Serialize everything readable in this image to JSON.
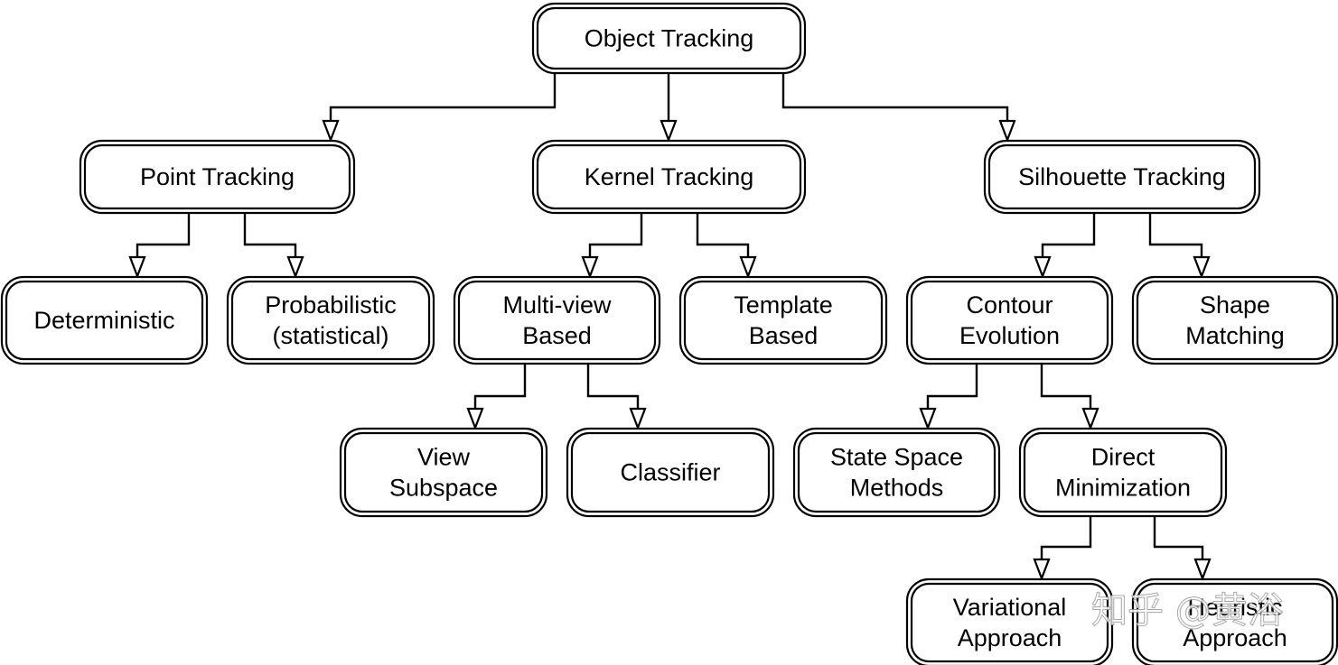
{
  "nodes": {
    "object_tracking": [
      "Object Tracking"
    ],
    "point_tracking": [
      "Point Tracking"
    ],
    "kernel_tracking": [
      "Kernel Tracking"
    ],
    "silhouette_tracking": [
      "Silhouette Tracking"
    ],
    "deterministic": [
      "Deterministic"
    ],
    "probabilistic": [
      "Probabilistic",
      "(statistical)"
    ],
    "multi_view_based": [
      "Multi-view",
      "Based"
    ],
    "template_based": [
      "Template",
      "Based"
    ],
    "contour_evolution": [
      "Contour",
      "Evolution"
    ],
    "shape_matching": [
      "Shape",
      "Matching"
    ],
    "view_subspace": [
      "View",
      "Subspace"
    ],
    "classifier": [
      "Classifier"
    ],
    "state_space_methods": [
      "State Space",
      "Methods"
    ],
    "direct_minimization": [
      "Direct",
      "Minimization"
    ],
    "variational_approach": [
      "Variational",
      "Approach"
    ],
    "heuristic_approach": [
      "Heuristic",
      "Approach"
    ]
  },
  "watermark": {
    "text": "知乎 @黄浴"
  }
}
